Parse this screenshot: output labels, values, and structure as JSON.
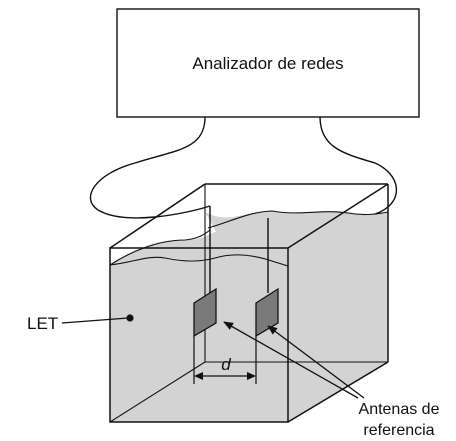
{
  "analyzer": {
    "label": "Analizador de redes"
  },
  "tank": {
    "let_label": "LET",
    "distance_label": "d"
  },
  "antennas": {
    "label_line1": "Antenas de",
    "label_line2": "referencia"
  },
  "colors": {
    "liquid": "#d3d3d3",
    "antenna": "#7a7a7a",
    "line": "#111111",
    "background": "#ffffff"
  }
}
